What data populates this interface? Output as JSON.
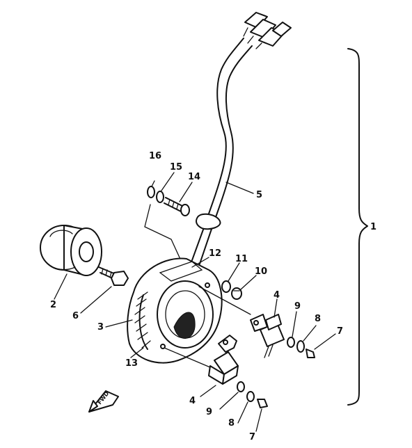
{
  "diagram": {
    "labels": {
      "l1": "1",
      "l2": "2",
      "l3": "3",
      "l4a": "4",
      "l4b": "4",
      "l5": "5",
      "l6": "6",
      "l7a": "7",
      "l7b": "7",
      "l8a": "8",
      "l8b": "8",
      "l9a": "9",
      "l9b": "9",
      "l10": "10",
      "l11": "11",
      "l12": "12",
      "l13": "13",
      "l14": "14",
      "l15": "15",
      "l16": "16"
    },
    "fwd_arrow": "FWD"
  }
}
